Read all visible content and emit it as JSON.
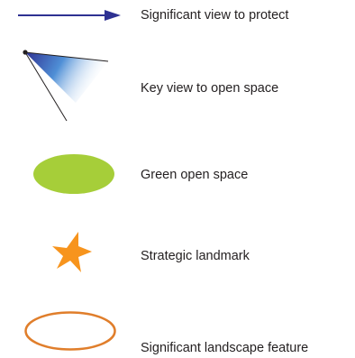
{
  "legend": {
    "items": [
      {
        "label": "Significant view to protect",
        "icon": "arrow-icon",
        "color": "#2e3192"
      },
      {
        "label": "Key view to open space",
        "icon": "view-cone-icon",
        "color": "#2e3192"
      },
      {
        "label": "Green open space",
        "icon": "green-ellipse-icon",
        "color": "#a6ce39"
      },
      {
        "label": "Strategic landmark",
        "icon": "star-icon",
        "color": "#f7941d"
      },
      {
        "label": "Significant landscape feature",
        "icon": "orange-ring-icon",
        "color": "#e07e2b"
      }
    ]
  }
}
